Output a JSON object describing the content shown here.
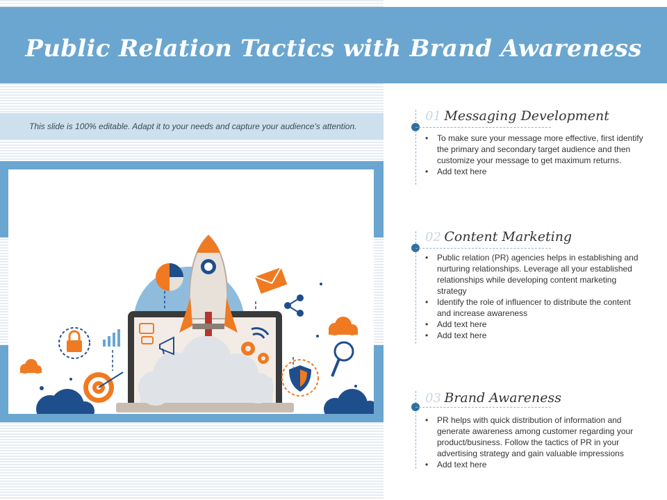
{
  "header": {
    "title": "Public Relation Tactics with Brand Awareness"
  },
  "note": {
    "text": "This slide is 100% editable. Adapt it to your needs and capture your audience's attention."
  },
  "colors": {
    "header_bg": "#6aa6d0",
    "note_bg": "#cde0ee",
    "accent_orange": "#f07a21",
    "accent_navy": "#1f4e8c",
    "timeline_dot": "#2e6f9e"
  },
  "illustration": {
    "description_icons": [
      "rocket-icon",
      "laptop-icon",
      "pie-chart-icon",
      "envelope-icon",
      "share-icon",
      "padlock-icon",
      "bar-chart-icon",
      "target-icon",
      "megaphone-icon",
      "chat-icon",
      "wifi-icon",
      "gear-icon",
      "shield-icon",
      "magnifier-icon",
      "cloud-icon"
    ]
  },
  "sections": [
    {
      "number": "01",
      "title": "Messaging Development",
      "bullets": [
        "To make sure your message more effective, first identify the primary and secondary target audience and then customize your message to get maximum returns.",
        "Add text here"
      ]
    },
    {
      "number": "02",
      "title": "Content Marketing",
      "bullets": [
        "Public relation (PR) agencies helps in establishing and nurturing relationships. Leverage  all your established relationships while developing content marketing strategy",
        "Identify the role of influencer to distribute the content and increase awareness",
        "Add text here",
        "Add text here"
      ]
    },
    {
      "number": "03",
      "title": "Brand Awareness",
      "bullets": [
        "PR helps with quick distribution of information and generate awareness among customer regarding your product/business. Follow the tactics of PR in your advertising strategy and gain valuable impressions",
        "Add text here"
      ]
    }
  ]
}
